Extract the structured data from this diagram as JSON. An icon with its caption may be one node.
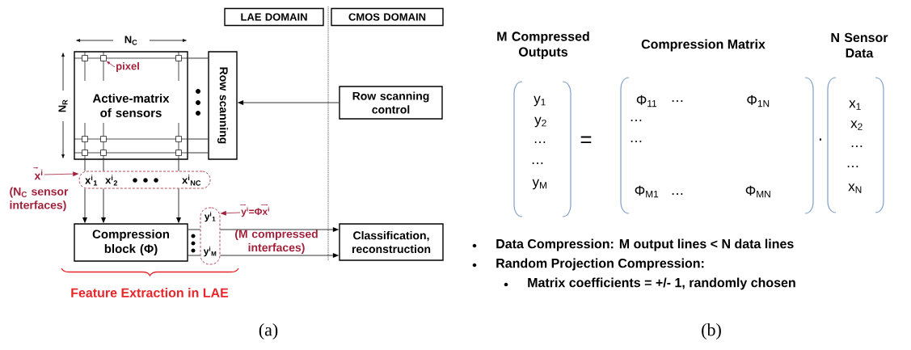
{
  "diagram": {
    "nodes": [
      {
        "text": [
          "LAE DOMAIN"
        ]
      },
      {
        "text": [
          "CMOS DOMAIN"
        ]
      },
      {
        "text": [
          "Active-matrix of sensors"
        ]
      },
      {
        "text": [
          "Row scanning"
        ]
      },
      {
        "text": [
          "Row scanning control"
        ]
      },
      {
        "text": [
          "x$^{i}$$_{1}$",
          "x$^{i}$$_{2}$",
          "x$^{i}$$_{NC}$"
        ]
      },
      {
        "text": [
          "Compression block (Φ)"
        ]
      },
      {
        "text": [
          "y$^{i}$$_{1}$",
          "y$^{i}$$_{M}$"
        ]
      },
      {
        "text": [
          "Classification, reconstruction"
        ]
      },
      {
        "text": [
          "x$^{i}$"
        ]
      },
      {
        "text": [
          "y$^{i}$=Φx$^{i}$"
        ]
      },
      {
        "text": [
          "pixel"
        ],
        "in": 2
      },
      {
        "text": [],
        "shape": "box",
        "in": 2
      }
    ],
    "edges": [
      {
        "from": 4,
        "to": 3,
        "arrow": "to"
      },
      {
        "from": 2,
        "to": 3,
        "arrow": "none"
      },
      {
        "from": 2,
        "to": 3,
        "arrow": "none"
      },
      {
        "from": 2,
        "to": 3,
        "arrow": "none"
      },
      {
        "from": 2,
        "to": 5,
        "arrow": "none"
      },
      {
        "from": 2,
        "to": 5,
        "arrow": "none"
      },
      {
        "from": 2,
        "to": 5,
        "arrow": "none"
      },
      {
        "from": 5,
        "to": 6,
        "arrow": "to"
      },
      {
        "from": 5,
        "to": 6,
        "arrow": "to"
      },
      {
        "from": 5,
        "to": 6,
        "arrow": "to"
      },
      {
        "from": 6,
        "to": 7,
        "arrow": "none"
      },
      {
        "from": 6,
        "to": 7,
        "arrow": "none"
      },
      {
        "from": 7,
        "to": 8,
        "arrow": "to"
      },
      {
        "from": 7,
        "to": 8,
        "arrow": "to"
      },
      {
        "from": 9,
        "to": 5,
        "arrow": "to",
        "color": "#a3203a"
      },
      {
        "from": 10,
        "to": 7,
        "arrow": "to",
        "color": "#a3203a"
      },
      {
        "from": 11,
        "to": 12,
        "arrow": "to",
        "color": "#a3203a"
      }
    ],
    "labels": [
      "N$_{C}$",
      "N$_{R}$",
      "(N$_{C}$ sensor interfaces)",
      "(M compressed interfaces)",
      "Feature Extraction in LAE",
      "(a)",
      "M Compressed Outputs",
      "Compression Matrix",
      "N Sensor Data",
      "y$_{1}$",
      "y$_{2}$",
      "…",
      "…",
      "y$_{M}$",
      "=",
      "Φ$_{11}$",
      "…",
      "Φ$_{1N}$",
      "…",
      "…",
      "Φ$_{M1}$",
      "…",
      "Φ$_{MN}$",
      "·",
      "x$_{1}$",
      "x$_{2}$",
      "…",
      "…",
      "x$_{N}$",
      "Data Compression:  M output lines < N data lines",
      "Random Projection Compression:",
      "Matrix coefficients = +/- 1, randomly chosen",
      "(b)"
    ]
  }
}
